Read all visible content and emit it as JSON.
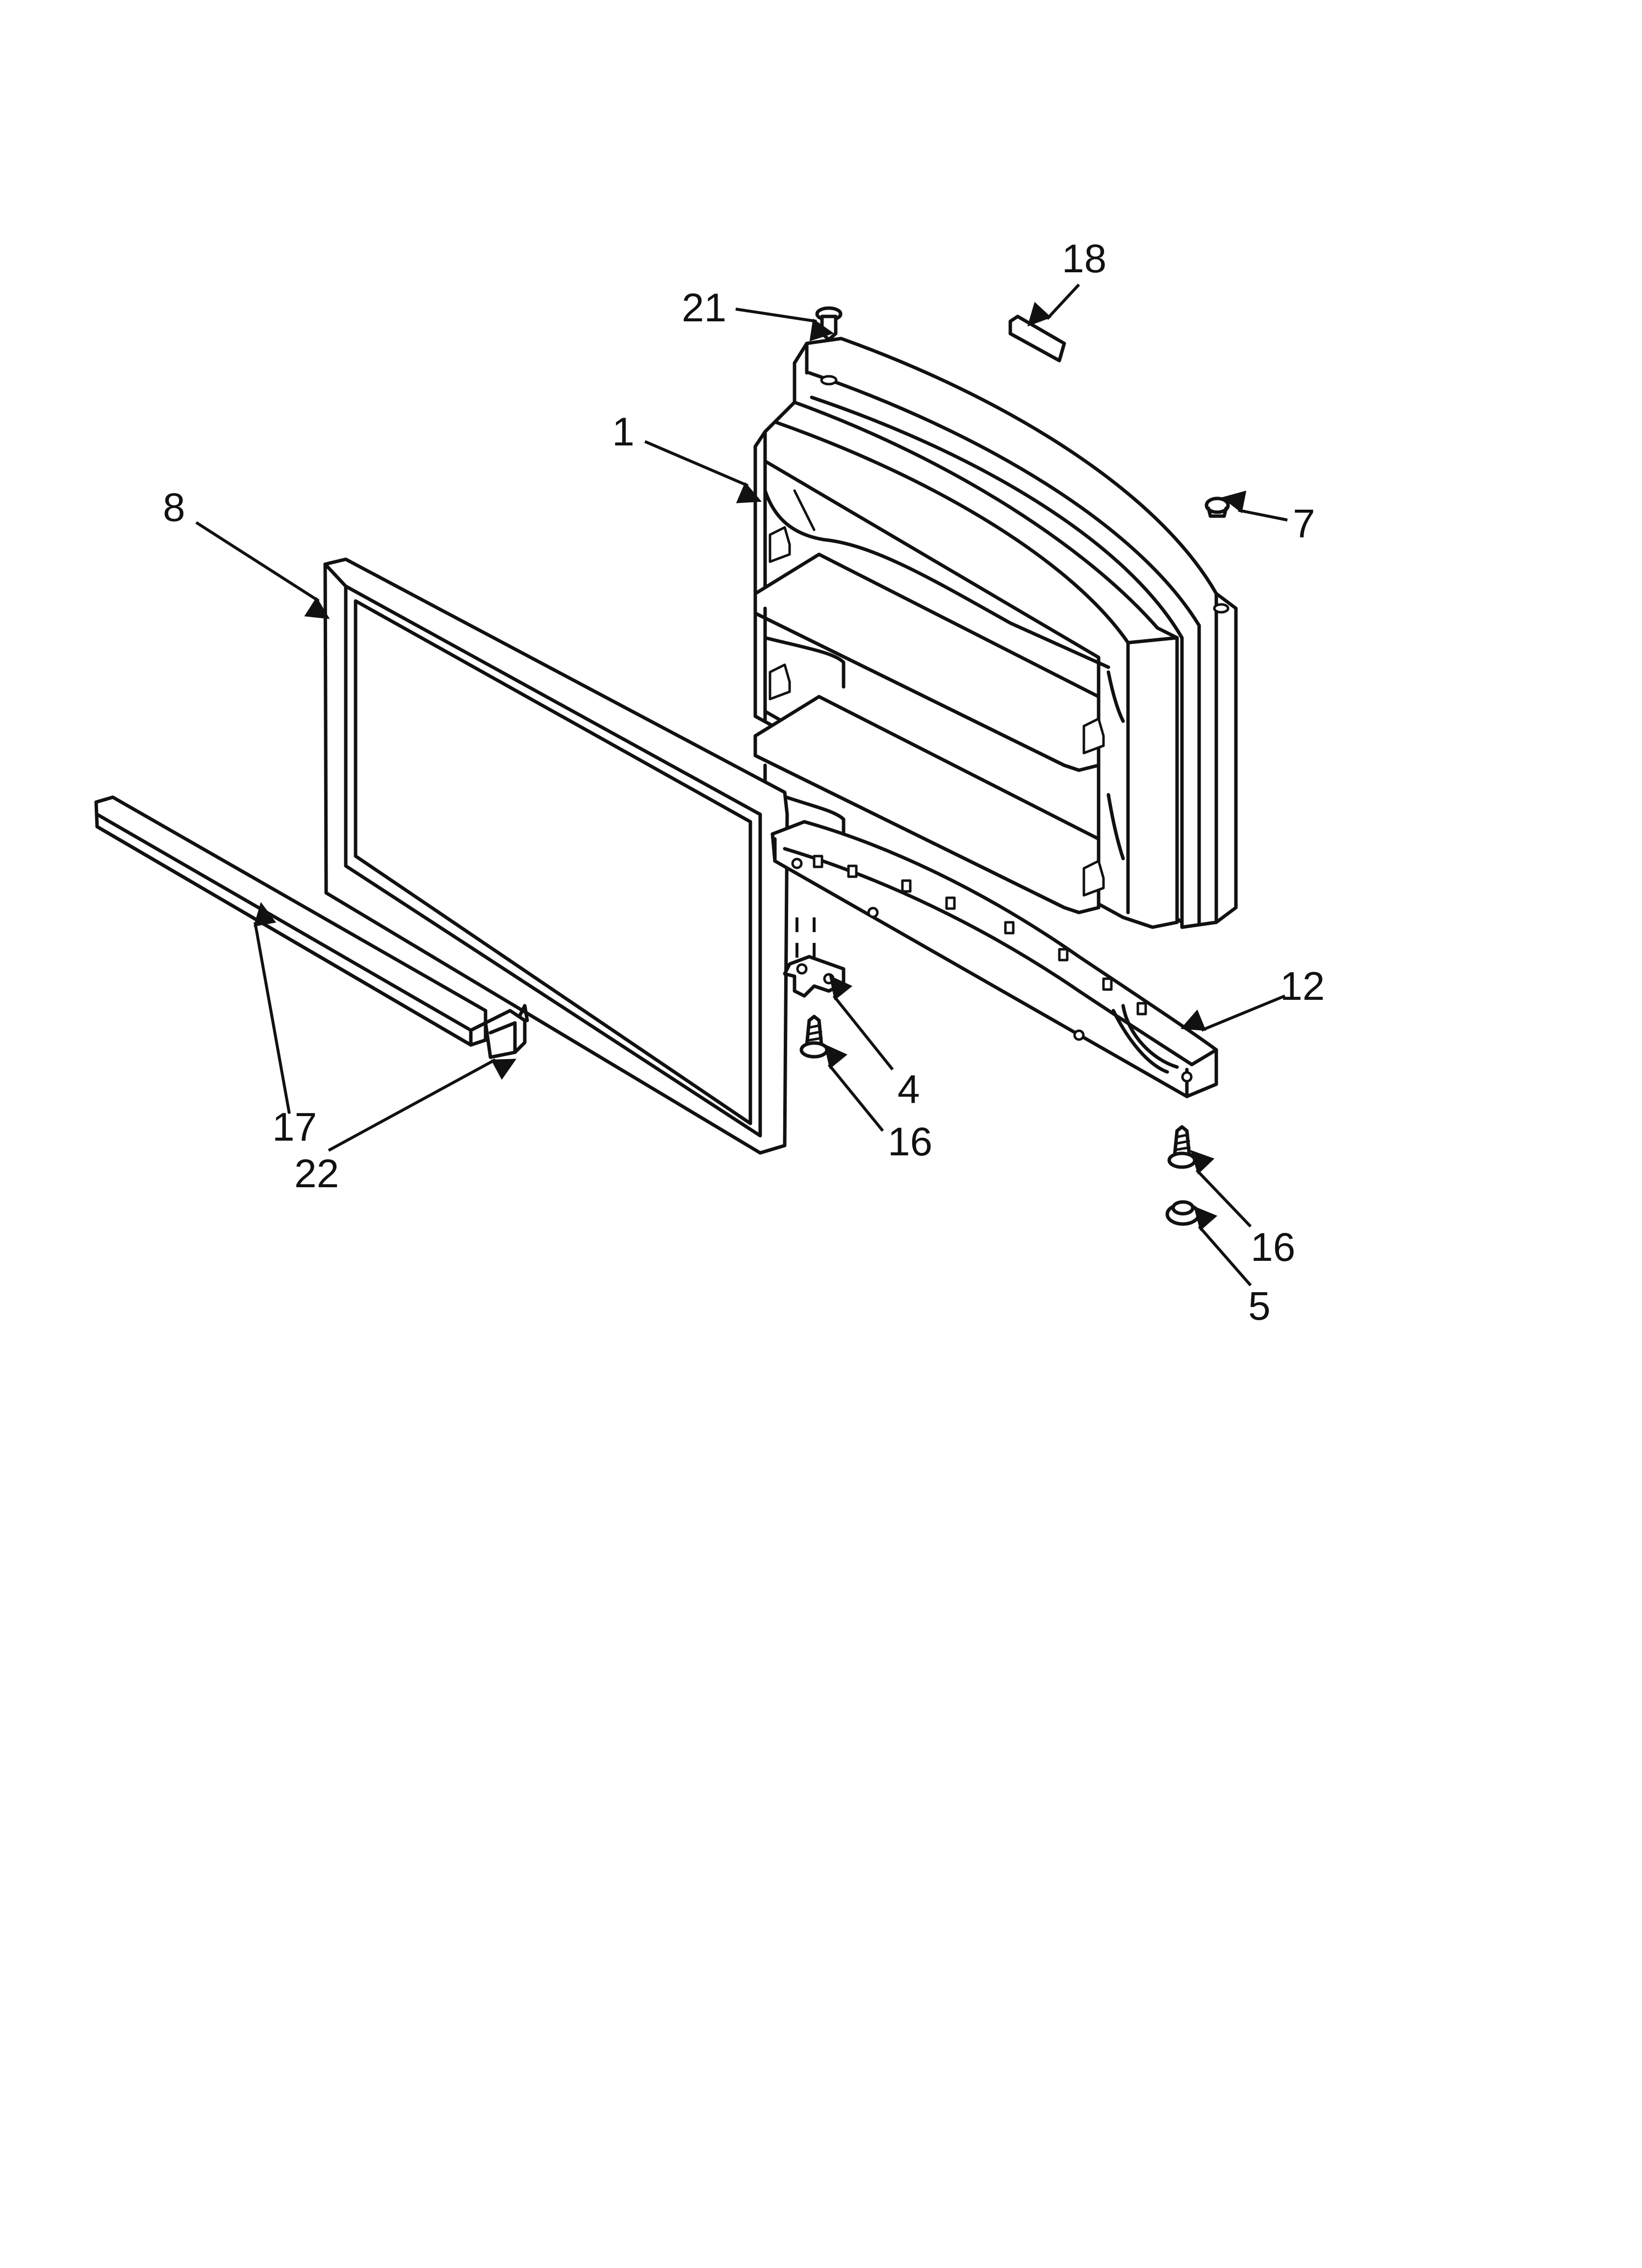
{
  "diagram": {
    "callouts": {
      "c1": "1",
      "c4": "4",
      "c5": "5",
      "c7": "7",
      "c8": "8",
      "c12": "12",
      "c16a": "16",
      "c16b": "16",
      "c17": "17",
      "c18": "18",
      "c21": "21",
      "c22": "22"
    }
  }
}
